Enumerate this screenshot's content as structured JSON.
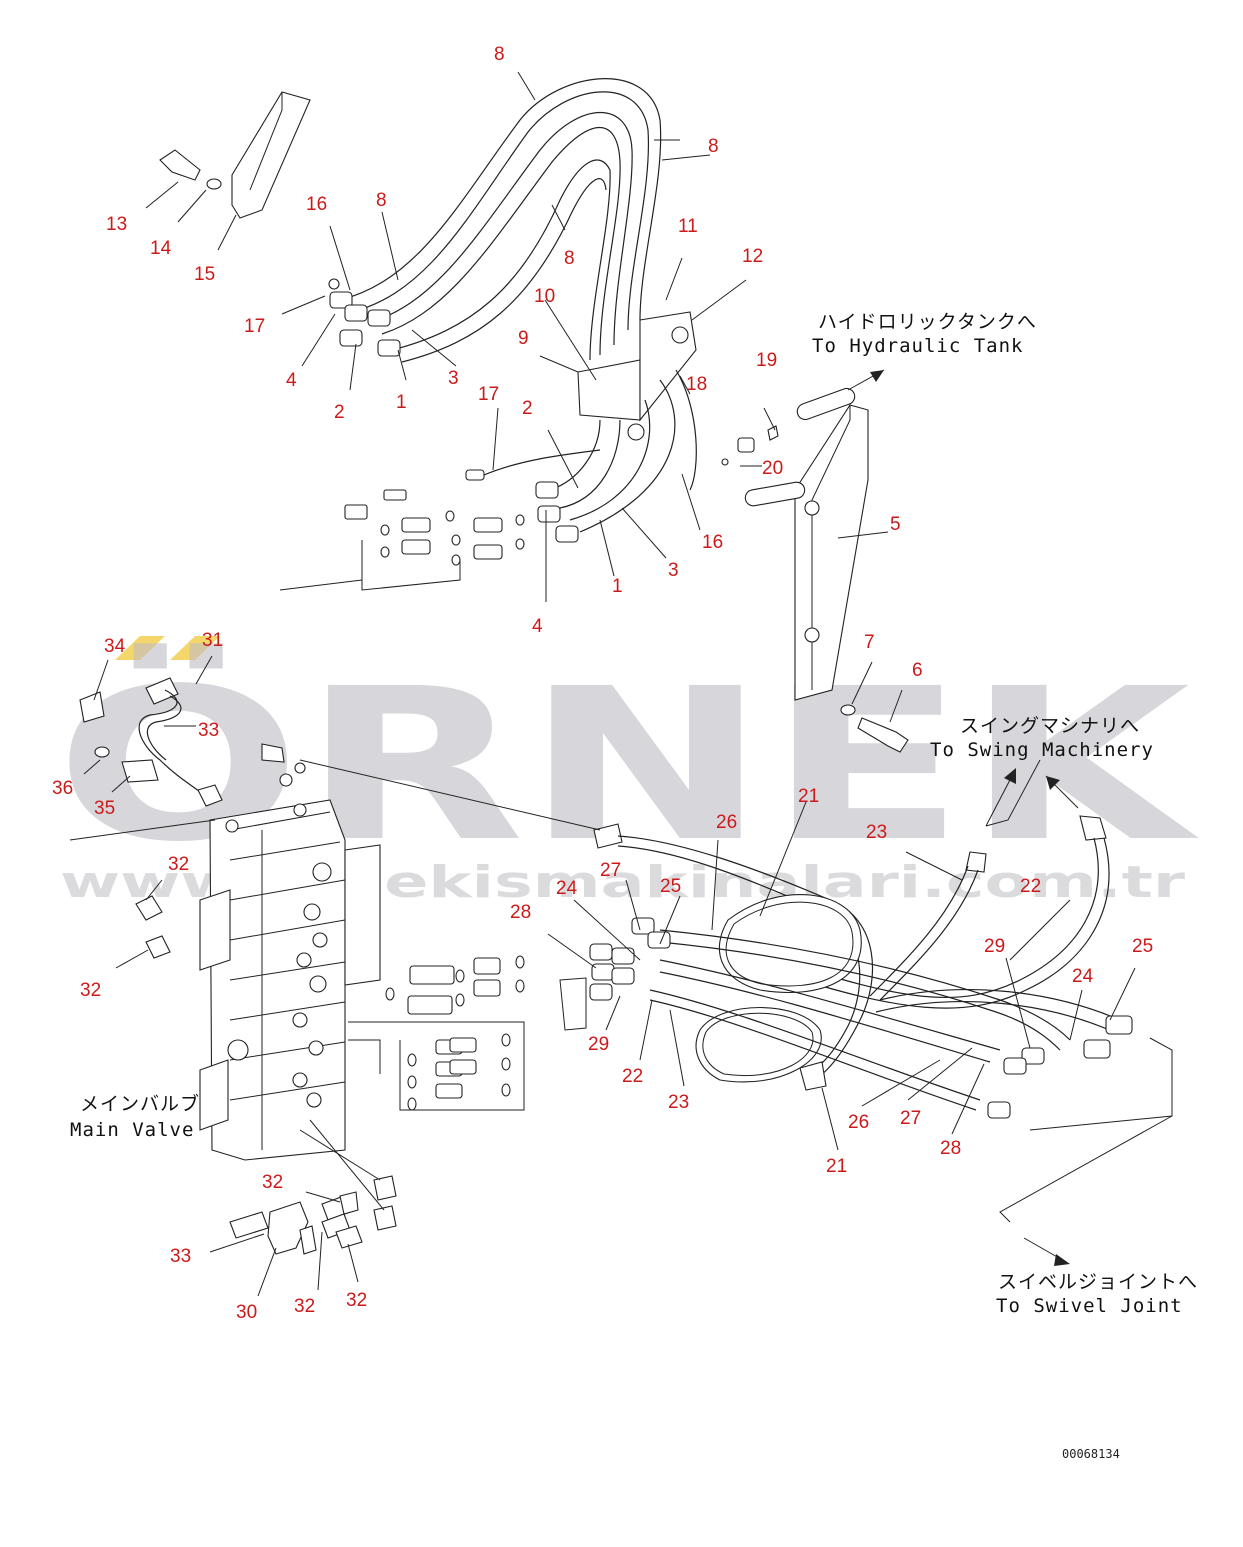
{
  "watermark": {
    "brand": "ÖRNEK",
    "url": "www.ornekismakinalari.com.tr",
    "accent_color": "#f5d66a",
    "text_color": "#bdbdc4"
  },
  "destinations": {
    "hydraulic_tank_jp": "ハイドロリックタンクへ",
    "hydraulic_tank_en": "To Hydraulic Tank",
    "swing_machinery_jp": "スイングマシナリへ",
    "swing_machinery_en": "To Swing Machinery",
    "swivel_joint_jp": "スイベルジョイントへ",
    "swivel_joint_en": "To Swivel Joint",
    "main_valve_jp": "メインバルブ",
    "main_valve_en": "Main Valve"
  },
  "document_code": "00068134",
  "callout_color": "#cc1a1a",
  "callouts": {
    "c8a": "8",
    "c8b": "8",
    "c8c": "8",
    "c8d": "8",
    "c13": "13",
    "c14": "14",
    "c15": "15",
    "c16a": "16",
    "c16b": "16",
    "c17a": "17",
    "c17b": "17",
    "c4a": "4",
    "c4b": "4",
    "c2a": "2",
    "c2b": "2",
    "c1a": "1",
    "c1b": "1",
    "c3a": "3",
    "c3b": "3",
    "c9": "9",
    "c10": "10",
    "c11": "11",
    "c12": "12",
    "c18": "18",
    "c19": "19",
    "c20": "20",
    "c5": "5",
    "c6": "6",
    "c7": "7",
    "c34": "34",
    "c31": "31",
    "c33a": "33",
    "c33b": "33",
    "c36": "36",
    "c35": "35",
    "c32a": "32",
    "c32b": "32",
    "c32c": "32",
    "c32d": "32",
    "c32e": "32",
    "c30": "30",
    "c21a": "21",
    "c21b": "21",
    "c22a": "22",
    "c22b": "22",
    "c23a": "23",
    "c23b": "23",
    "c24a": "24",
    "c24b": "24",
    "c25a": "25",
    "c25b": "25",
    "c26a": "26",
    "c26b": "26",
    "c27a": "27",
    "c27b": "27",
    "c28a": "28",
    "c28b": "28",
    "c29a": "29",
    "c29b": "29"
  }
}
